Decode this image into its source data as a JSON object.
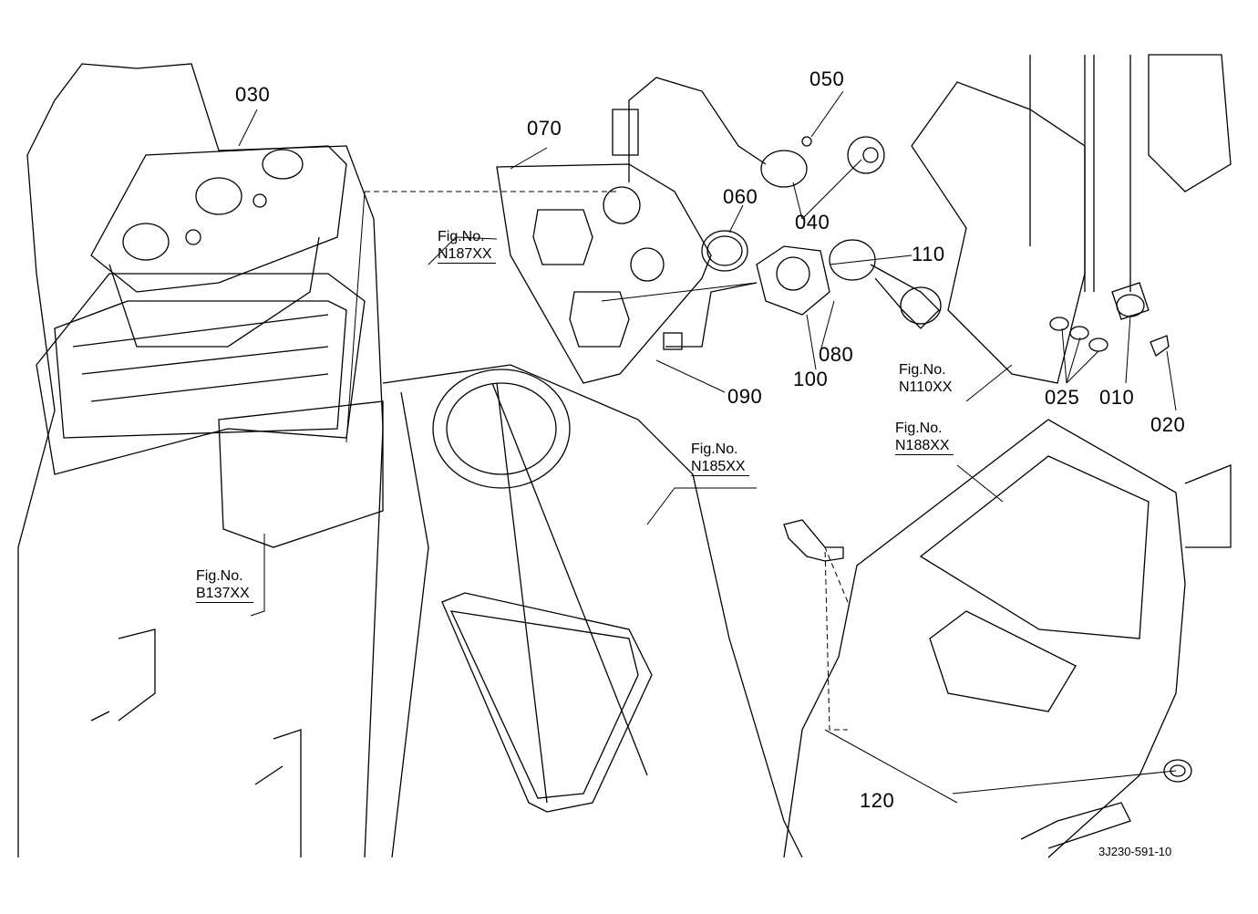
{
  "diagram": {
    "type": "exploded-parts-diagram",
    "document_id": "3J230-591-10",
    "part_labels": [
      {
        "id": "010",
        "text": "010"
      },
      {
        "id": "020",
        "text": "020"
      },
      {
        "id": "025",
        "text": "025"
      },
      {
        "id": "030",
        "text": "030"
      },
      {
        "id": "040",
        "text": "040"
      },
      {
        "id": "050",
        "text": "050"
      },
      {
        "id": "060",
        "text": "060"
      },
      {
        "id": "070",
        "text": "070"
      },
      {
        "id": "080",
        "text": "080"
      },
      {
        "id": "090",
        "text": "090"
      },
      {
        "id": "100",
        "text": "100"
      },
      {
        "id": "110",
        "text": "110"
      },
      {
        "id": "120",
        "text": "120"
      }
    ],
    "figure_refs": [
      {
        "line1": "Fig.No.",
        "line2": "N187XX"
      },
      {
        "line1": "Fig.No.",
        "line2": "N110XX"
      },
      {
        "line1": "Fig.No.",
        "line2": "N188XX"
      },
      {
        "line1": "Fig.No.",
        "line2": "N185XX"
      },
      {
        "line1": "Fig.No.",
        "line2": "B137XX"
      }
    ]
  }
}
